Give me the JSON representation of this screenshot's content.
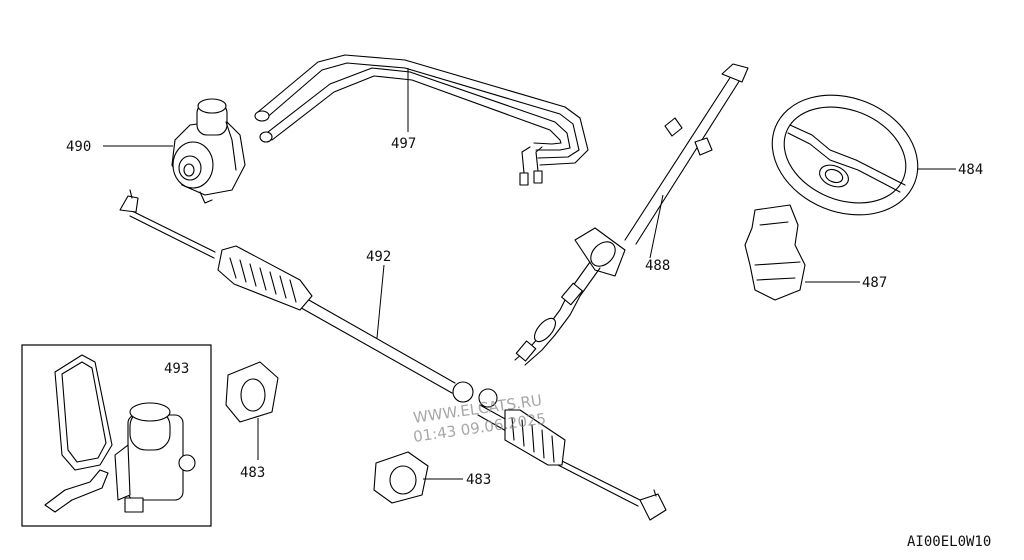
{
  "callouts": {
    "p490": "490",
    "p497": "497",
    "p484": "484",
    "p488": "488",
    "p487": "487",
    "p492": "492",
    "p493": "493",
    "p483a": "483",
    "p483b": "483"
  },
  "watermark": {
    "line1": "WWW.ELCATS.RU",
    "line2": "01:43 09.06.2025"
  },
  "diagram_code": "AI00EL0W10"
}
